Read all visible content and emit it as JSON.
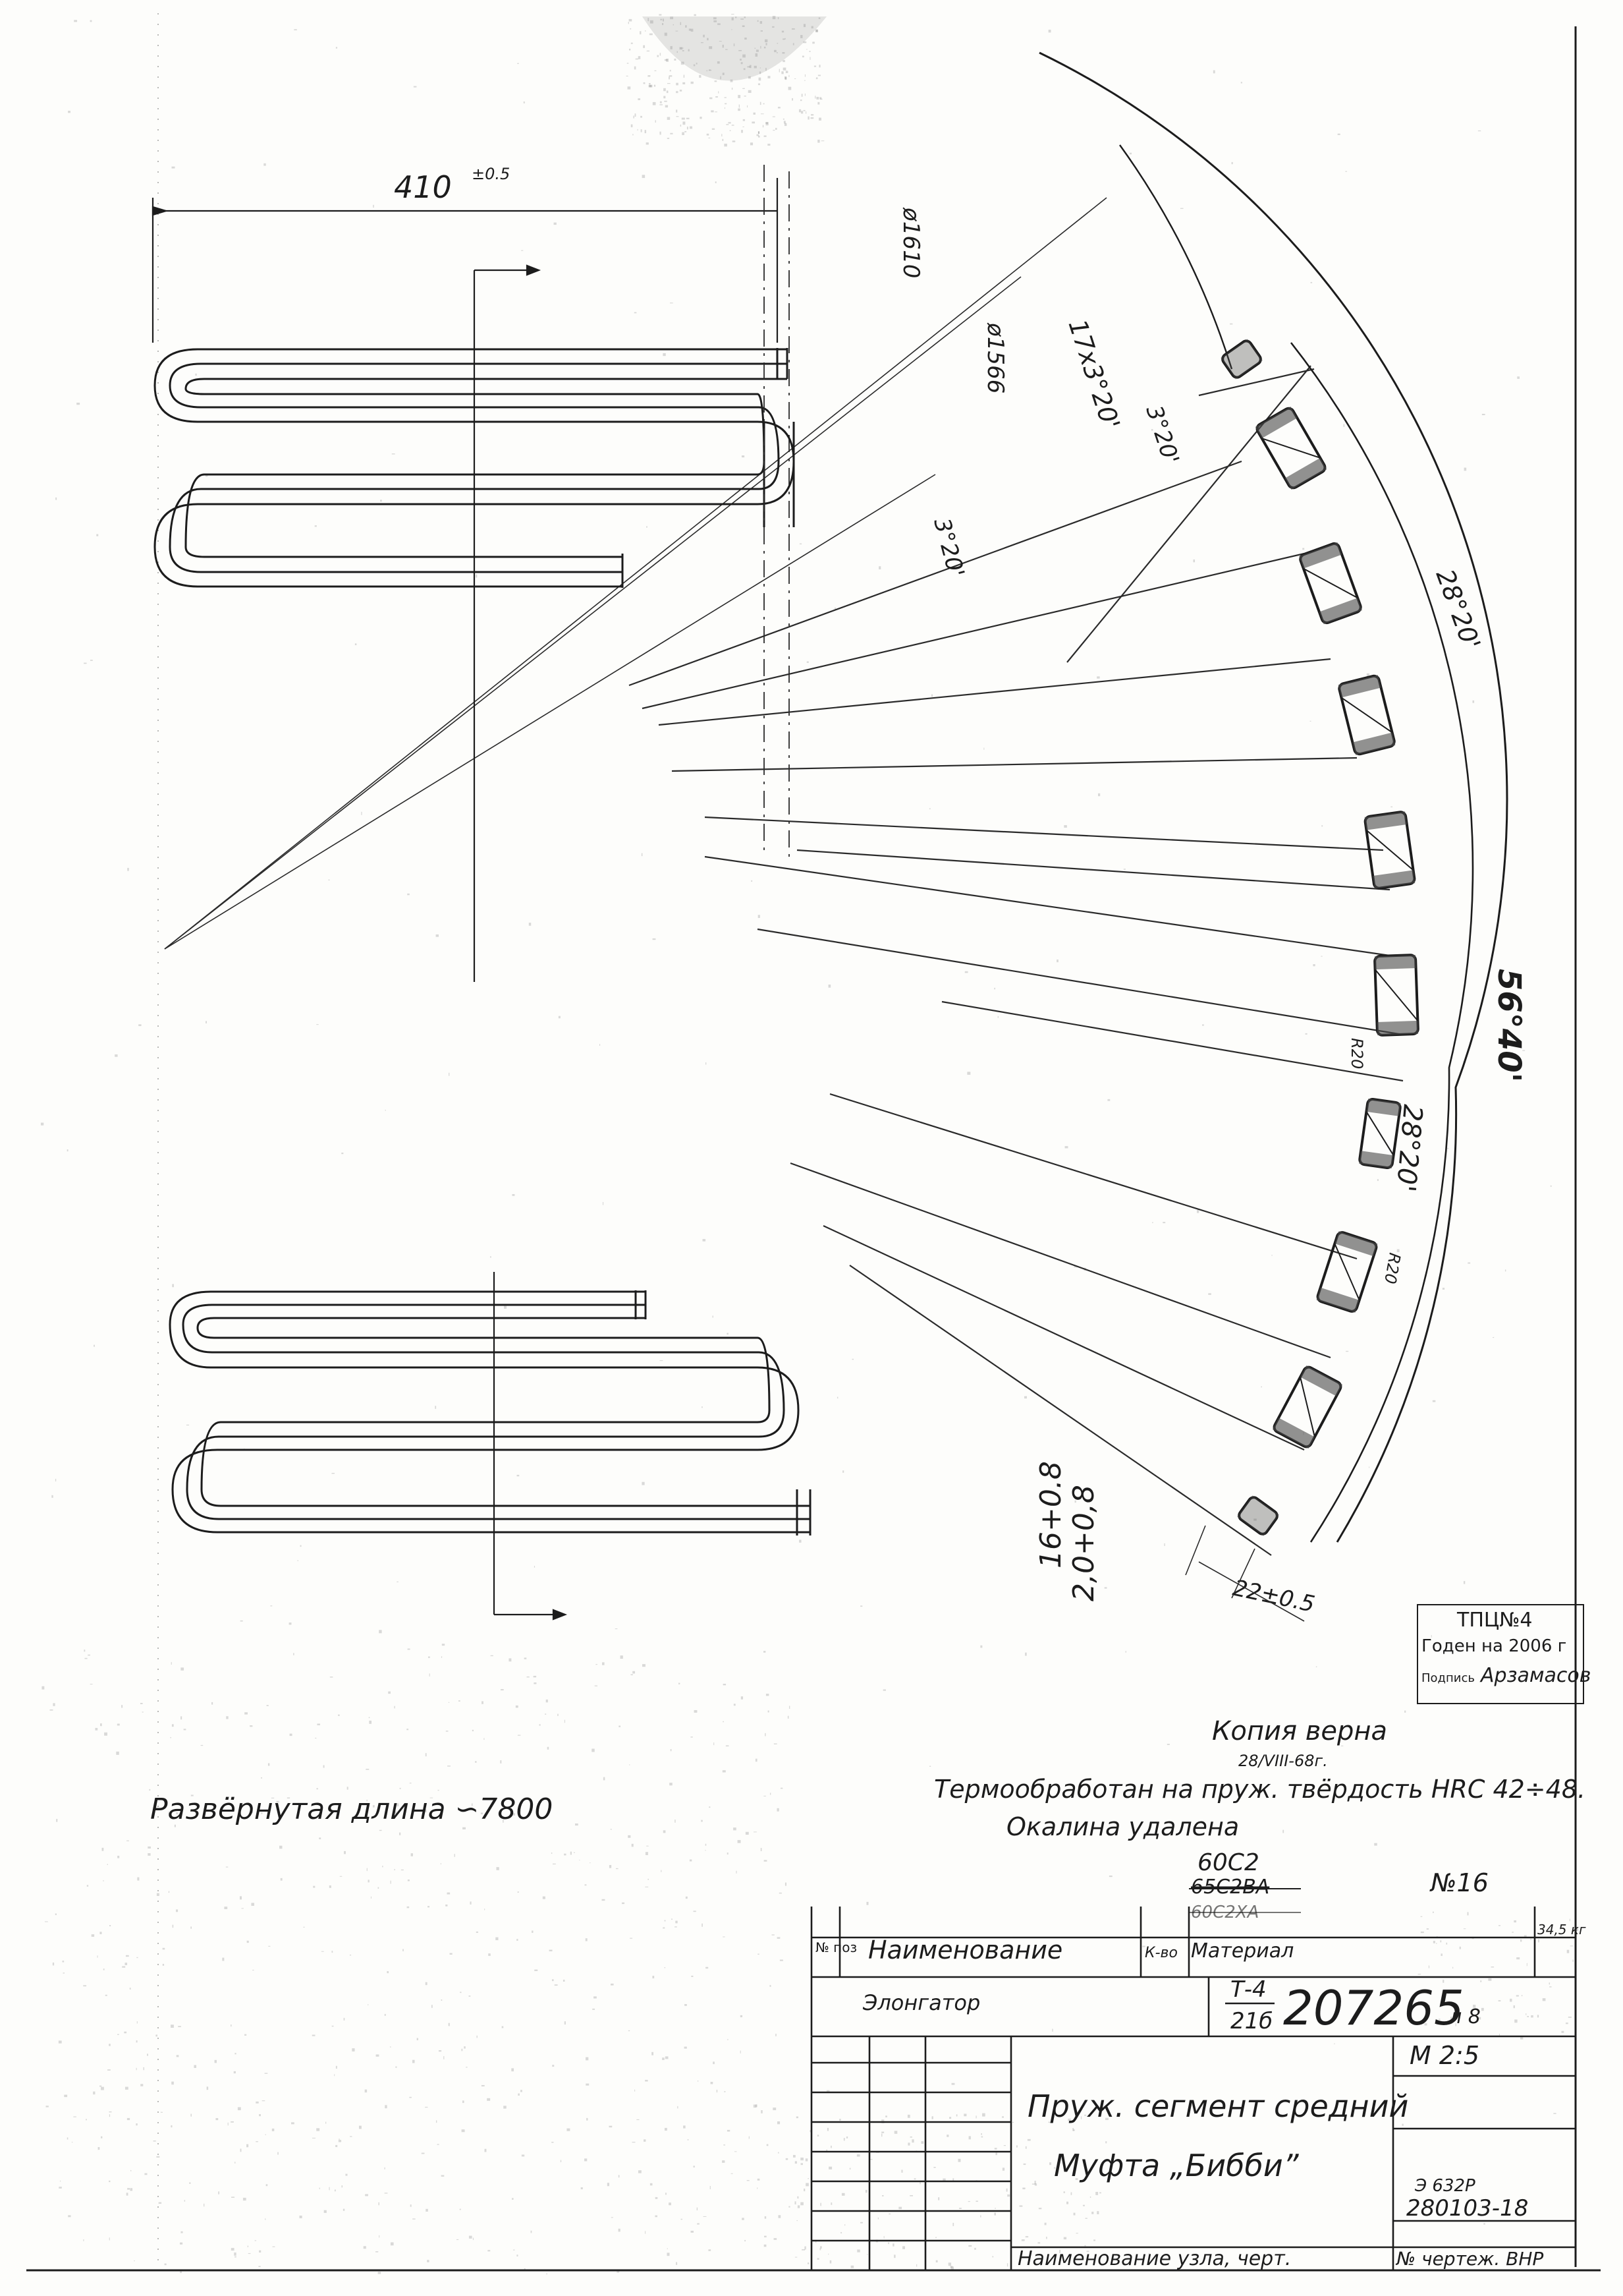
{
  "dimensions": {
    "top_width": "410",
    "top_width_tol": "±0.5",
    "dia_outer": "ø1610",
    "dia_inner": "ø1566",
    "angle_pitch_a": "17x3°20'",
    "angle_pitch_b": "3°20'",
    "angle_pitch_c": "3°20'",
    "angle_28_top": "28°20'",
    "angle_total": "56°40'",
    "angle_28_bottom": "28°20'",
    "radius_a": "R20",
    "radius_b": "R20",
    "bar_height": "16+0.8",
    "bar_height_note": "2,0+0,8",
    "bar_width": "22±0.5"
  },
  "notes": {
    "developed_length": "Развёрнутая длина ∽7800",
    "copy_verified": "Копия верна",
    "copy_date": "28/VIII-68г.",
    "heat_treatment": "Термообработан на пруж. твёрдость HRC 42÷48.",
    "scale_removed": "Окалина удалена"
  },
  "stamp": {
    "org": "ТПЦ№4",
    "valid": "Годен на 2006 г",
    "signature_label": "Подпись",
    "signature": "Арзамасов"
  },
  "material": {
    "current": "60С2",
    "struck_1": "65С2ВА",
    "struck_2": "60С2ХА",
    "sheet_no": "№16"
  },
  "spec_header": {
    "pos_label": "№ поз",
    "name_label": "Наименование",
    "qty_label": "К-во",
    "material_label": "Материал",
    "side_note": "34,5 кг"
  },
  "spec_row": {
    "name": "Элонгатор",
    "code_top": "Т-4",
    "code_bottom": "21б",
    "number": "207265",
    "sheet": "л 8"
  },
  "title_block": {
    "scale": "М 2:5",
    "part_name": "Пруж. сегмент средний",
    "assembly": "Муфта „Бибби”",
    "doc_top": "Э 632Р",
    "doc_no": "280103-18",
    "footer_name_label": "Наименование узла, черт.",
    "footer_drawing_label": "№ чертеж. ВНР"
  }
}
